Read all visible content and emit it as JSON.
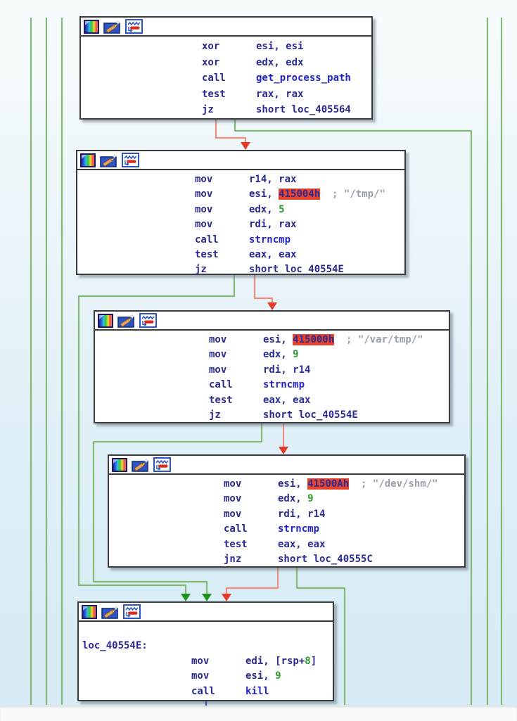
{
  "colors": {
    "background_top": "#f8fcfe",
    "background_bottom": "#d7ecf6",
    "block_border": "#3b3b3b",
    "block_bg": "#fefefe",
    "text_default": "#2b2b91",
    "text_function": "#2424cf",
    "text_number": "#2e9b2e",
    "text_comment": "#9aa1ab",
    "highlight_bg": "#e8432d",
    "edge_jump_taken": "#85ba75",
    "edge_fallthrough": "#ef8e80",
    "edge_unconditional": "#3c3ccd",
    "arrow_jump_taken": "#22901f",
    "arrow_fallthrough": "#e23b28"
  },
  "node_toolbar_icons": [
    {
      "name": "node-color-icon"
    },
    {
      "name": "edit-node-icon"
    },
    {
      "name": "graph-overview-icon"
    }
  ],
  "blocks": [
    {
      "lines": [
        {
          "m": "xor",
          "ops": [
            {
              "t": "esi, esi"
            }
          ]
        },
        {
          "m": "xor",
          "ops": [
            {
              "t": "edx, edx"
            }
          ]
        },
        {
          "m": "call",
          "ops": [
            {
              "t": "get_process_path",
              "c": "func"
            }
          ]
        },
        {
          "m": "test",
          "ops": [
            {
              "t": "rax, rax"
            }
          ]
        },
        {
          "m": "jz",
          "ops": [
            {
              "t": "short loc_405564"
            }
          ]
        }
      ]
    },
    {
      "lines": [
        {
          "m": "mov",
          "ops": [
            {
              "t": "r14, rax"
            }
          ]
        },
        {
          "m": "mov",
          "ops": [
            {
              "t": "esi, "
            },
            {
              "t": "415004h",
              "c": "hl"
            },
            {
              "t": "  "
            },
            {
              "t": "; \"/tmp/\"",
              "c": "comment"
            }
          ]
        },
        {
          "m": "mov",
          "ops": [
            {
              "t": "edx, "
            },
            {
              "t": "5",
              "c": "num"
            }
          ]
        },
        {
          "m": "mov",
          "ops": [
            {
              "t": "rdi, rax"
            }
          ]
        },
        {
          "m": "call",
          "ops": [
            {
              "t": "strncmp",
              "c": "func"
            }
          ]
        },
        {
          "m": "test",
          "ops": [
            {
              "t": "eax, eax"
            }
          ]
        },
        {
          "m": "jz",
          "ops": [
            {
              "t": "short loc_40554E"
            }
          ]
        }
      ]
    },
    {
      "lines": [
        {
          "m": "mov",
          "ops": [
            {
              "t": "esi, "
            },
            {
              "t": "415000h",
              "c": "hl"
            },
            {
              "t": "  "
            },
            {
              "t": "; \"/var/tmp/\"",
              "c": "comment"
            }
          ]
        },
        {
          "m": "mov",
          "ops": [
            {
              "t": "edx, "
            },
            {
              "t": "9",
              "c": "num"
            }
          ]
        },
        {
          "m": "mov",
          "ops": [
            {
              "t": "rdi, r14"
            }
          ]
        },
        {
          "m": "call",
          "ops": [
            {
              "t": "strncmp",
              "c": "func"
            }
          ]
        },
        {
          "m": "test",
          "ops": [
            {
              "t": "eax, eax"
            }
          ]
        },
        {
          "m": "jz",
          "ops": [
            {
              "t": "short loc_40554E"
            }
          ]
        }
      ]
    },
    {
      "lines": [
        {
          "m": "mov",
          "ops": [
            {
              "t": "esi, "
            },
            {
              "t": "41500Ah",
              "c": "hl"
            },
            {
              "t": "  "
            },
            {
              "t": "; \"/dev/shm/\"",
              "c": "comment"
            }
          ]
        },
        {
          "m": "mov",
          "ops": [
            {
              "t": "edx, "
            },
            {
              "t": "9",
              "c": "num"
            }
          ]
        },
        {
          "m": "mov",
          "ops": [
            {
              "t": "rdi, r14"
            }
          ]
        },
        {
          "m": "call",
          "ops": [
            {
              "t": "strncmp",
              "c": "func"
            }
          ]
        },
        {
          "m": "test",
          "ops": [
            {
              "t": "eax, eax"
            }
          ]
        },
        {
          "m": "jnz",
          "ops": [
            {
              "t": "short loc_40555C"
            }
          ]
        }
      ]
    },
    {
      "lines": [
        {
          "type": "blank"
        },
        {
          "type": "label",
          "text": "loc_40554E:"
        },
        {
          "m": "mov",
          "ops": [
            {
              "t": "edi, [rsp+"
            },
            {
              "t": "8",
              "c": "num"
            },
            {
              "t": "]"
            }
          ]
        },
        {
          "m": "mov",
          "ops": [
            {
              "t": "esi, "
            },
            {
              "t": "9",
              "c": "num"
            }
          ]
        },
        {
          "m": "call",
          "ops": [
            {
              "t": "kill",
              "c": "func"
            }
          ]
        }
      ]
    }
  ],
  "edges": [
    {
      "from": "block-1",
      "kind": "jump-taken",
      "label": "loc_405564"
    },
    {
      "from": "block-1",
      "kind": "fallthrough",
      "to": "block-2"
    },
    {
      "from": "block-2",
      "kind": "jump-taken",
      "to": "block-5",
      "label": "loc_40554E"
    },
    {
      "from": "block-2",
      "kind": "fallthrough",
      "to": "block-3"
    },
    {
      "from": "block-3",
      "kind": "jump-taken",
      "to": "block-5",
      "label": "loc_40554E"
    },
    {
      "from": "block-3",
      "kind": "fallthrough",
      "to": "block-4"
    },
    {
      "from": "block-4",
      "kind": "fallthrough",
      "to": "block-5"
    },
    {
      "from": "block-4",
      "kind": "jump-taken",
      "label": "loc_40555C"
    },
    {
      "from": "block-5",
      "kind": "unconditional"
    }
  ]
}
